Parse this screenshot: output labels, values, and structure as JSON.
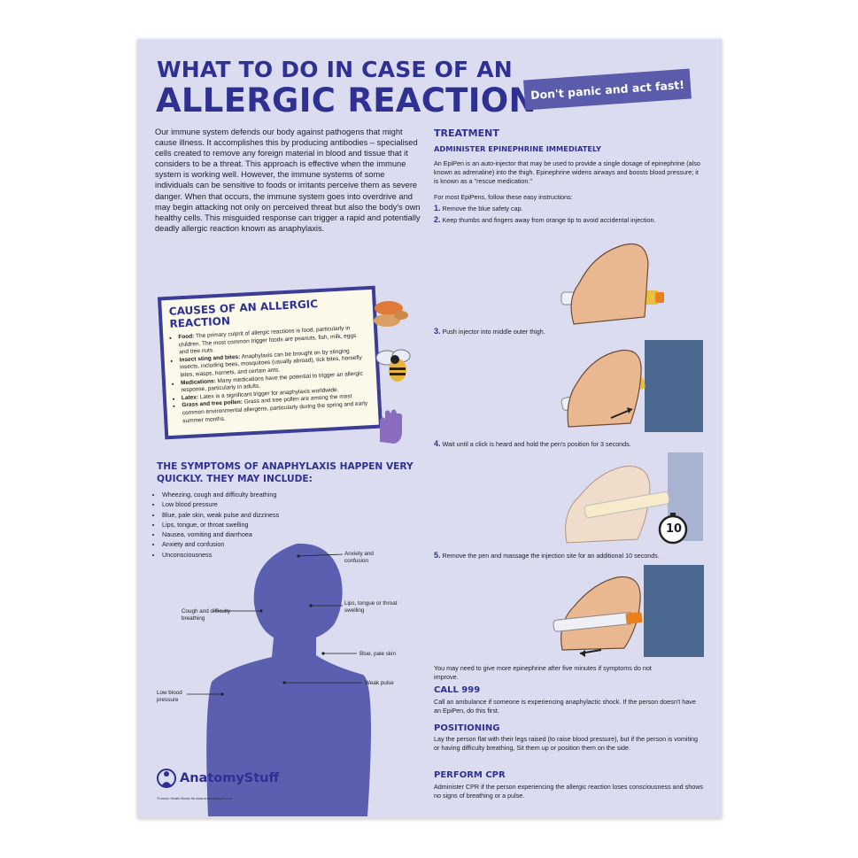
{
  "poster": {
    "title_line1": "WHAT TO DO IN CASE OF AN",
    "title_line2": "ALLERGIC REACTION",
    "tagline": "Don't panic and act fast!",
    "intro": "Our immune system defends our body against pathogens that might cause illness. It accomplishes this by producing antibodies – specialised cells created to remove any foreign material in blood and tissue that it considers to be a threat. This approach is effective when the immune system is working well. However, the immune systems of some individuals can be sensitive to foods or irritants perceive them as severe danger. When that occurs, the immune system goes into overdrive and may begin attacking not only on perceived threat but also the body's own healthy cells. This misguided response can trigger a rapid and potentially deadly allergic reaction known as anaphylaxis."
  },
  "causes": {
    "heading": "CAUSES OF AN ALLERGIC REACTION",
    "items": [
      {
        "term": "Food:",
        "text": " The primary culprit of allergic reactions is food, particularly in children. The most common trigger foods are peanuts, fish, milk, eggs and tree nuts."
      },
      {
        "term": "Insect sting and bites:",
        "text": " Anaphylaxis can be brought on by stinging insects, including bees, mosquitoes (usually abroad), tick bites, horsefly bites, wasps, hornets, and certain ants."
      },
      {
        "term": "Medications:",
        "text": " Many medications have the potential to trigger an allergic response, particularly in adults."
      },
      {
        "term": "Latex:",
        "text": " Latex is a significant trigger for anaphylaxis worldwide."
      },
      {
        "term": "Grass and tree pollen:",
        "text": " Grass and tree pollen are among the most common environmental allergens, particularly during the spring and early summer months."
      }
    ]
  },
  "symptoms": {
    "heading": "THE SYMPTOMS OF ANAPHYLAXIS HAPPEN VERY QUICKLY. THEY MAY INCLUDE:",
    "items": [
      "Wheezing, cough and difficulty breathing",
      "Low blood pressure",
      "Blue, pale skin, weak pulse and dizziness",
      "Lips, tongue, or throat swelling",
      "Nausea, vomiting and diarrhoea",
      "Anxiety and confusion",
      "Unconsciousness"
    ],
    "body_labels": {
      "anxiety": "Anxiety and confusion",
      "lips": "Lips, tongue or throat swelling",
      "cough": "Cough and difficulty breathing",
      "blue": "Blue, pale skin",
      "weak": "Weak pulse",
      "low": "Low blood pressure"
    }
  },
  "treatment": {
    "heading": "TREATMENT",
    "subheading": "ADMINISTER EPINEPHRINE IMMEDIATELY",
    "intro": "An EpiPen is an auto-injector that may be used to provide a single dosage of epinephrine (also known as adrenaline) into the thigh. Epinephrine widens airways and boosts blood pressure; it is known as a \"rescue medication.\"",
    "instructions_intro": "For most EpiPens, follow these easy instructions:",
    "steps": [
      {
        "num": "1.",
        "text": "Remove the blue safety cap."
      },
      {
        "num": "2.",
        "text": "Keep thumbs and fingers away from orange tip to avoid accidental injection."
      },
      {
        "num": "3.",
        "text": "Push injector into middle outer thigh."
      },
      {
        "num": "4.",
        "text": "Wait until a click is heard and hold the pen's position for 3 seconds."
      },
      {
        "num": "5.",
        "text": "Remove the pen and massage the injection site for an additional 10 seconds."
      }
    ],
    "timer_label": "10",
    "after_note": "You may need to give more epinephrine after five minutes if symptoms do not improve."
  },
  "call": {
    "heading": "CALL 999",
    "text": "Call an ambulance if someone is experiencing anaphylactic shock. If the person doesn't have an EpiPen, do this first."
  },
  "positioning": {
    "heading": "POSITIONING",
    "text": "Lay the person flat with their legs raised (to raise blood pressure), but if the person is vomiting or having difficulty breathing, Sit them up or position them on the side."
  },
  "cpr": {
    "heading": "PERFORM CPR",
    "text": "Administer CPR if the person experiencing the allergic reaction loses consciousness and shows no signs of breathing or a pulse."
  },
  "footer": {
    "logo": "AnatomyStuff",
    "copyright": "©Lemon Health Books ltd www.anatomystuff.co.uk"
  },
  "colors": {
    "background": "#dcdcf0",
    "heading": "#2e3192",
    "body_silhouette": "#5a5fb0",
    "thigh": "#4a6890",
    "tagline": "#5b5bab"
  }
}
